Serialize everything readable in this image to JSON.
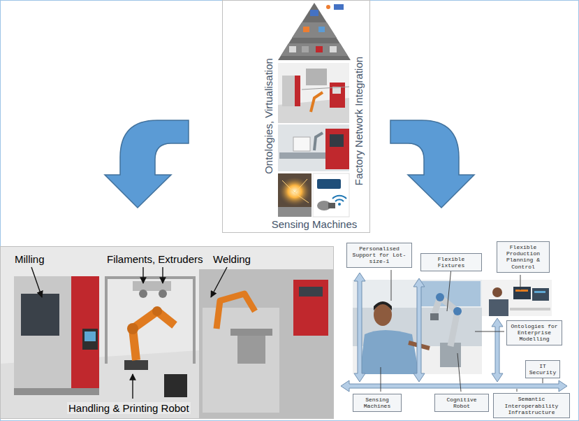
{
  "diagram": {
    "nodes": [
      {
        "text": [
          "Ontologies, Virtualisation",
          "Factory Network Integration",
          "Sensing Machines"
        ]
      },
      {
        "text": [
          "Milling",
          "Filaments, Extruders",
          "Welding",
          "Handling & Printing Robot"
        ]
      },
      {
        "text": [
          "Personalised Support for Lot-size-1"
        ]
      },
      {
        "text": [
          "Flexible Fixtures"
        ]
      },
      {
        "text": [
          "Flexible Production Planning & Control"
        ]
      },
      {
        "text": [
          "Ontologies for Enterprise Modelling"
        ]
      },
      {
        "text": [
          "IT Security"
        ]
      },
      {
        "text": [
          "Sensing Machines"
        ]
      },
      {
        "text": [
          "Cognitive Robot"
        ]
      },
      {
        "text": [
          "Semantic Interoperability Infrastructure"
        ]
      }
    ]
  }
}
